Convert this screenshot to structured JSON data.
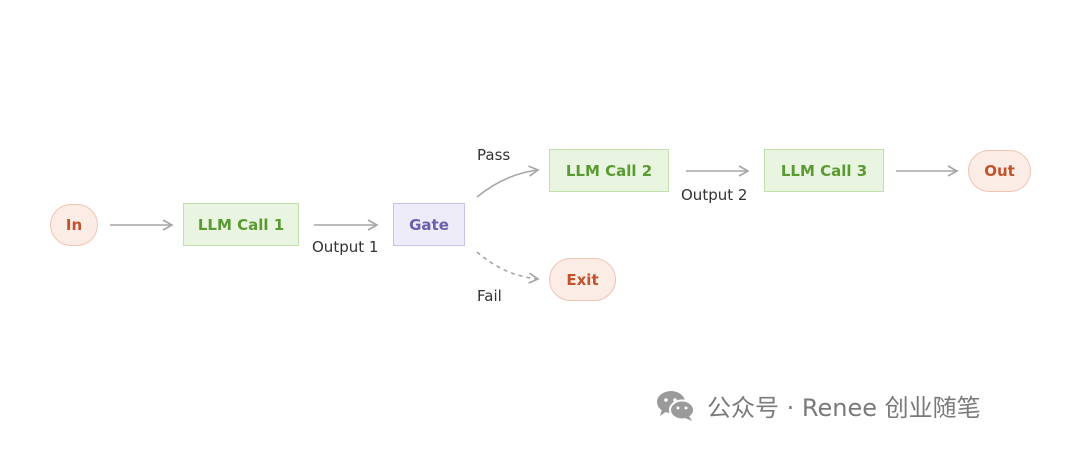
{
  "nodes": {
    "in": "In",
    "llm1": "LLM Call 1",
    "gate": "Gate",
    "llm2": "LLM Call 2",
    "llm3": "LLM Call 3",
    "out": "Out",
    "exit": "Exit"
  },
  "edges": {
    "output1": "Output 1",
    "output2": "Output 2",
    "pass": "Pass",
    "fail": "Fail"
  },
  "watermark": "公众号 · Renee 创业随笔",
  "colors": {
    "pill_fill": "#fbece6",
    "pill_text": "#c2542d",
    "llm_fill": "#e9f4e1",
    "llm_text": "#5a9a33",
    "gate_fill": "#eeecf8",
    "gate_text": "#6b60ad",
    "arrow": "#a6a6a6"
  }
}
